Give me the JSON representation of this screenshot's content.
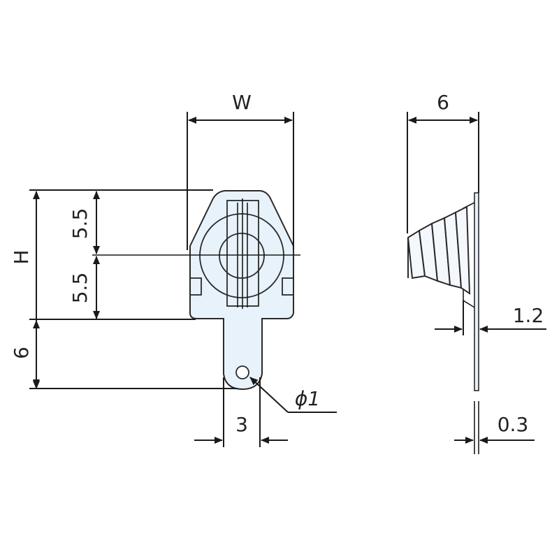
{
  "dimensions": {
    "width_label": "W",
    "height_label": "H",
    "upper_half": "5.5",
    "lower_half": "5.5",
    "tab_length": "6",
    "tab_width": "3",
    "hole_diameter": "ϕ1",
    "side_depth": "6",
    "spring_offset": "1.2",
    "thickness": "0.3"
  },
  "colors": {
    "plate_fill": "#e8f2fb",
    "plate_stroke": "#2a2a2a",
    "line": "#1a1a1a",
    "text": "#222222"
  }
}
